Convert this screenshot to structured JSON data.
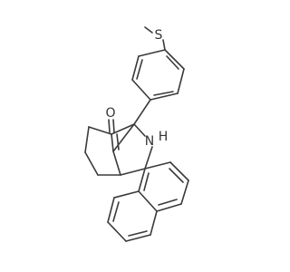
{
  "molecule": {
    "atom_labels": {
      "sulfur": "S",
      "oxygen": "O",
      "amine": "N",
      "amine_h": "H"
    },
    "colors": {
      "bond": "#3a3a3a",
      "label": "#333333",
      "background": "#ffffff"
    }
  }
}
